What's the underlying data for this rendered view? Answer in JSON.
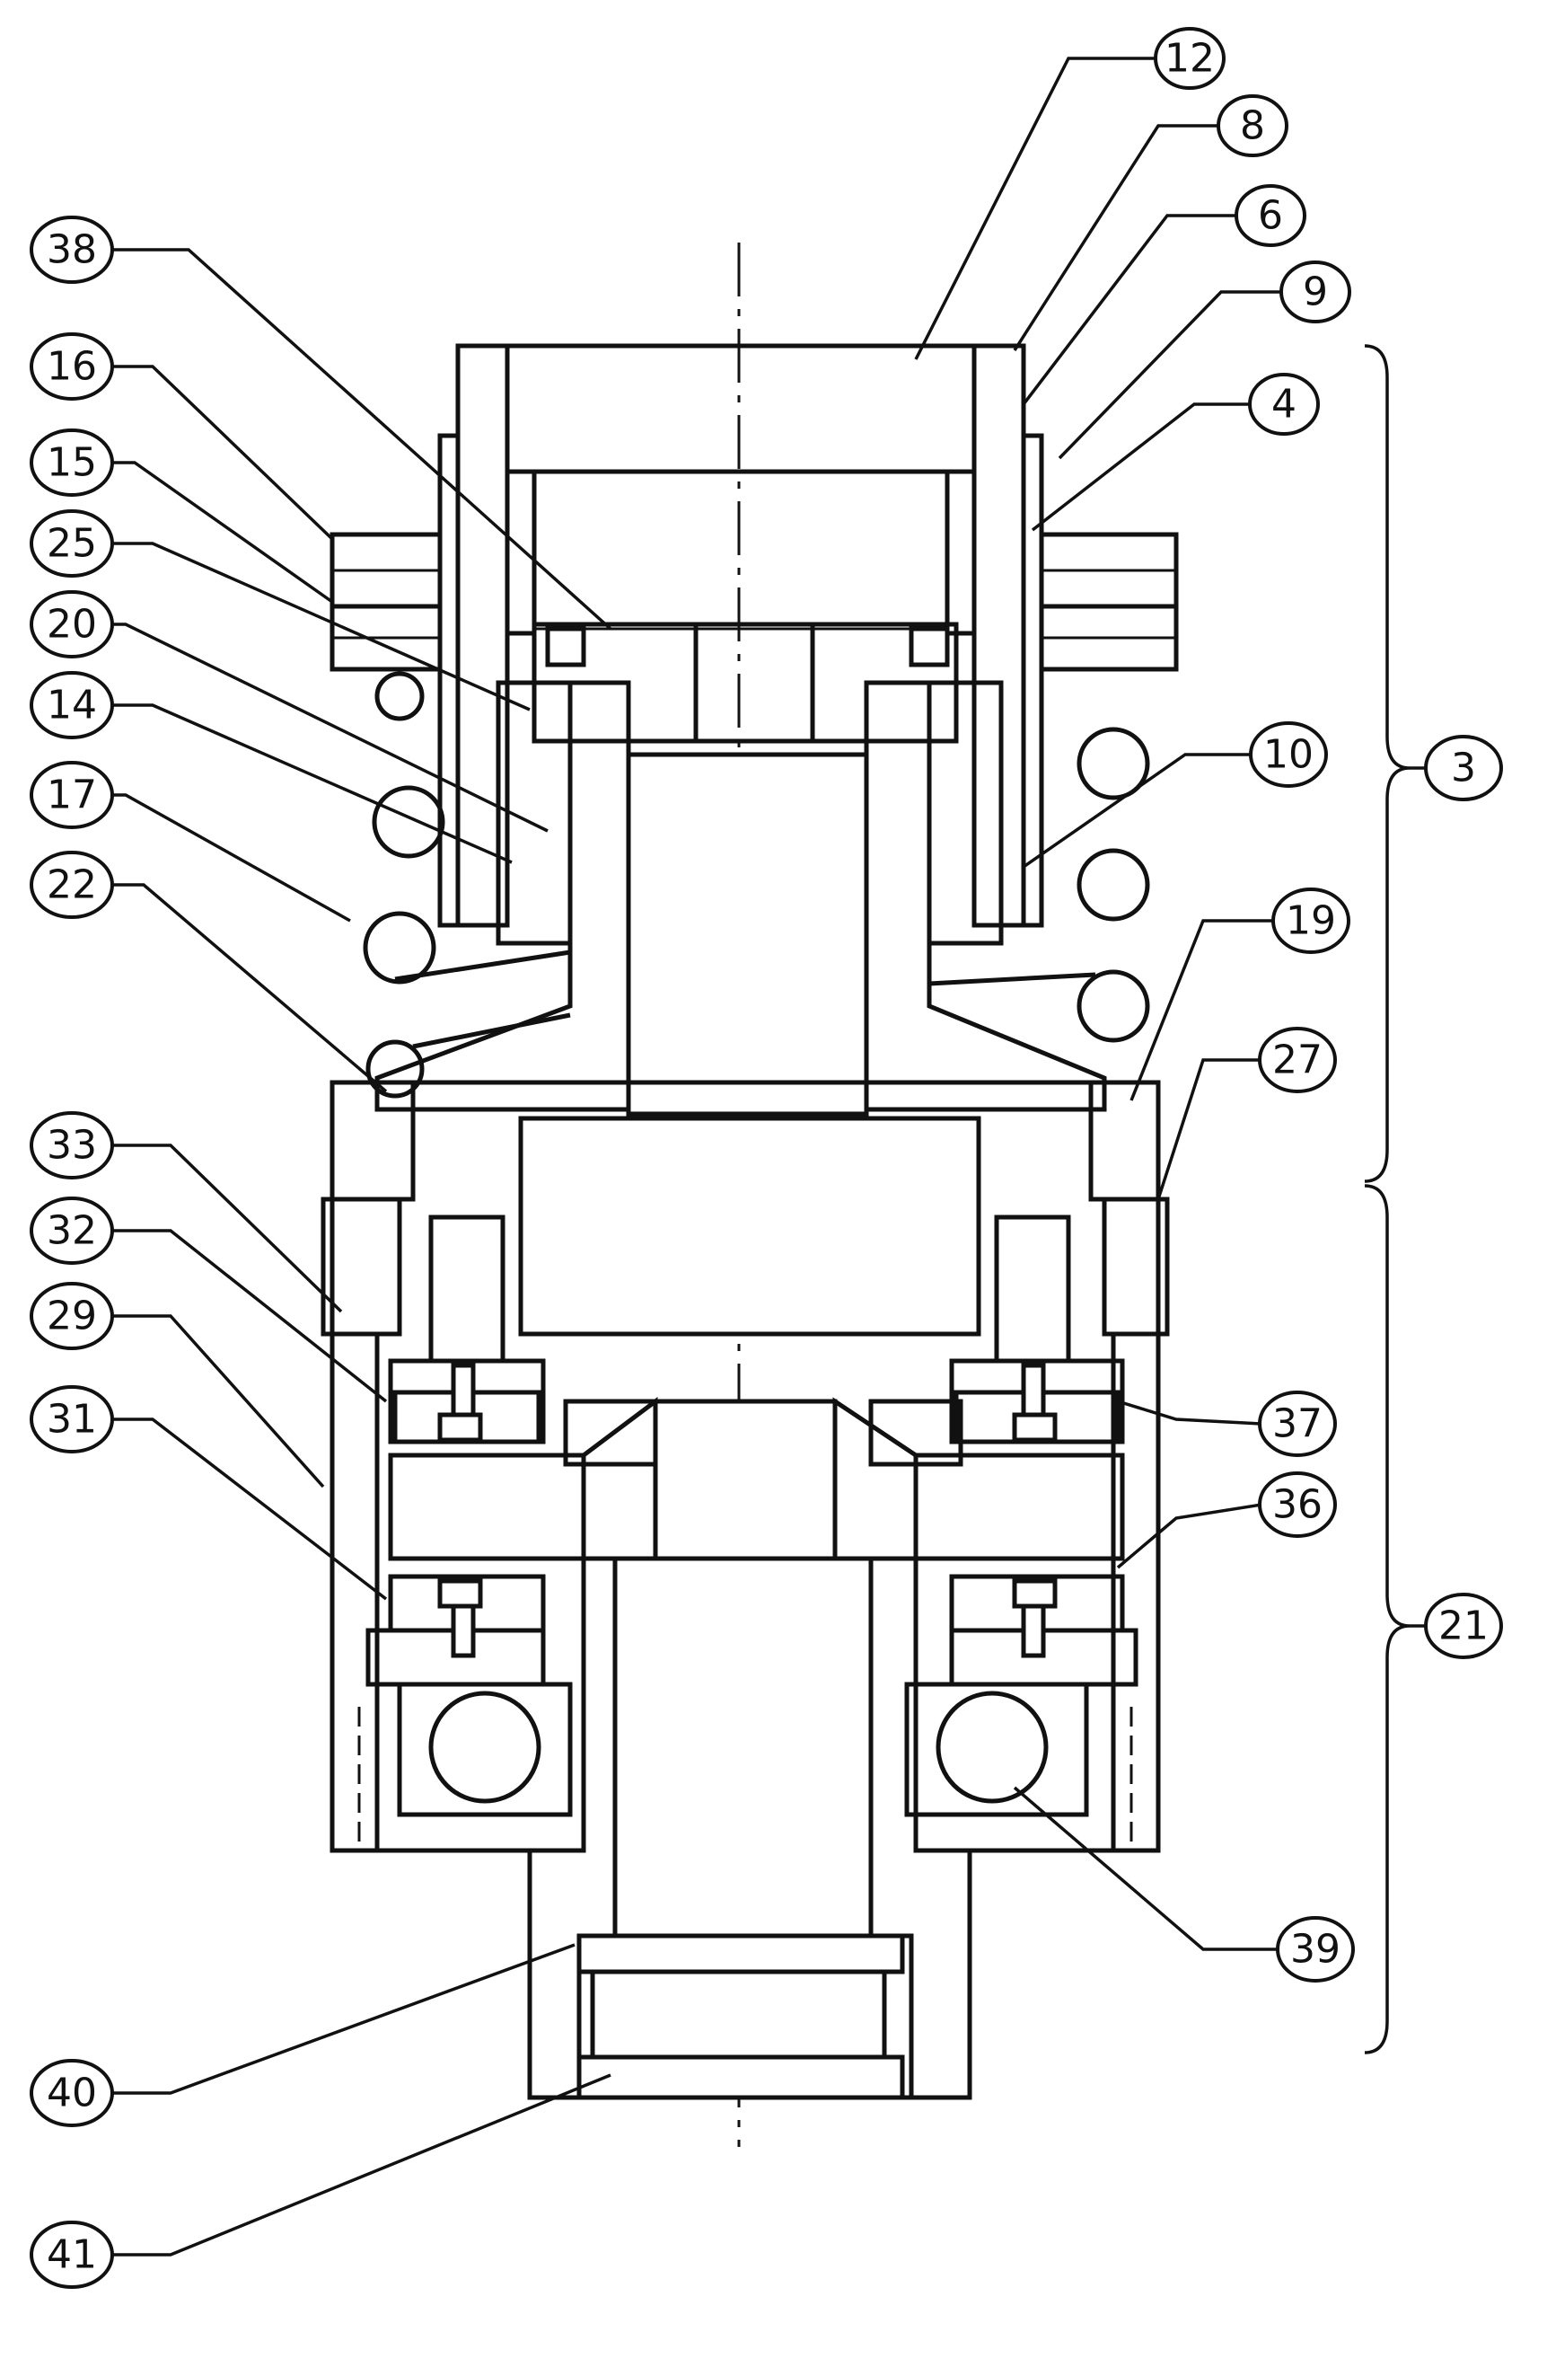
{
  "drawing": {
    "description_visible": false
  },
  "callouts": {
    "c12": "12",
    "c8": "8",
    "c6": "6",
    "c9": "9",
    "c4": "4",
    "c38": "38",
    "c16": "16",
    "c15": "15",
    "c25": "25",
    "c20": "20",
    "c14": "14",
    "c17": "17",
    "c22": "22",
    "c10": "10",
    "c19": "19",
    "c27": "27",
    "c33": "33",
    "c32": "32",
    "c29": "29",
    "c31": "31",
    "c37": "37",
    "c36": "36",
    "c39": "39",
    "c40": "40",
    "c41": "41",
    "c3": "3",
    "c21": "21"
  },
  "colors": {
    "ink": "#111111",
    "paper": "#ffffff"
  }
}
